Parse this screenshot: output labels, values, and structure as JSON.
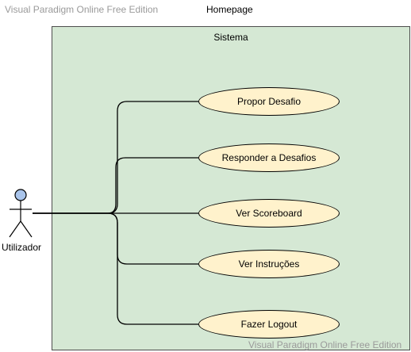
{
  "watermark_top": "Visual Paradigm Online Free Edition",
  "watermark_bottom": "Visual Paradigm Online Free Edition",
  "diagram_title": "Homepage",
  "system": {
    "label": "Sistema"
  },
  "actor": {
    "label": "Utilizador",
    "head_color": "#a9c4eb"
  },
  "use_cases": [
    {
      "label": "Propor Desafio"
    },
    {
      "label": "Responder a Desafios"
    },
    {
      "label": "Ver Scoreboard"
    },
    {
      "label": "Ver Instruções"
    },
    {
      "label": "Fazer Logout"
    }
  ],
  "colors": {
    "system_fill": "#d5e8d4",
    "use_case_fill": "#fff2cc"
  }
}
